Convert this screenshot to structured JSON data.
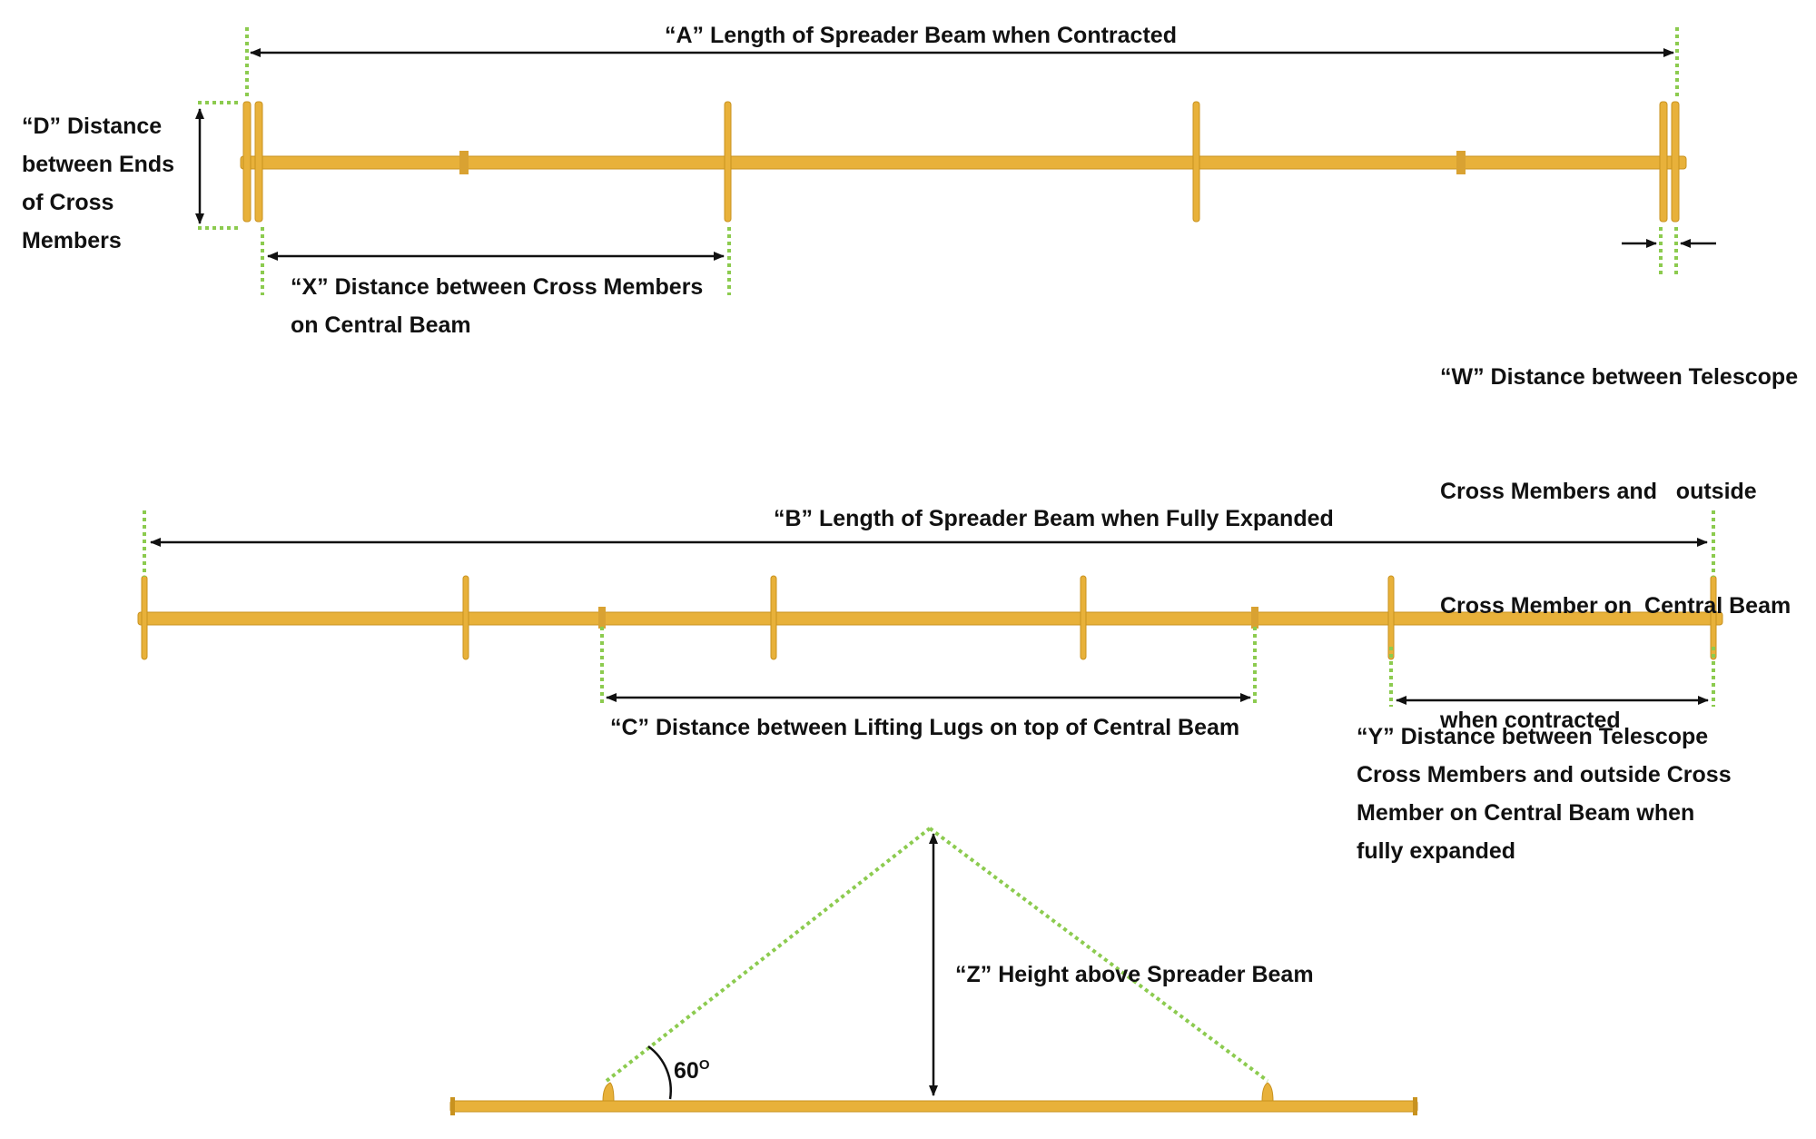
{
  "labels": {
    "a": "“A” Length of Spreader Beam when Contracted",
    "d": [
      "“D” Distance",
      "between Ends",
      "of Cross",
      "Members"
    ],
    "x": [
      "“X” Distance between Cross Members",
      "on Central Beam"
    ],
    "w": [
      "“W” Distance between Telescope",
      "Cross Members and   outside",
      "Cross Member on  Central Beam",
      "when contracted"
    ],
    "b": "“B” Length of Spreader Beam when Fully Expanded",
    "c": "“C” Distance between Lifting Lugs on top of Central Beam",
    "y": [
      "“Y” Distance between Telescope",
      "Cross Members and outside Cross",
      "Member on Central Beam when",
      "fully expanded"
    ],
    "z": "“Z” Height above Spreader Beam",
    "angle_value": "60",
    "angle_unit": "O"
  },
  "colors": {
    "beam": "#E8B13A",
    "beam_dark": "#C8921F",
    "guide": "#8CCB4F",
    "arrow": "#111111"
  }
}
